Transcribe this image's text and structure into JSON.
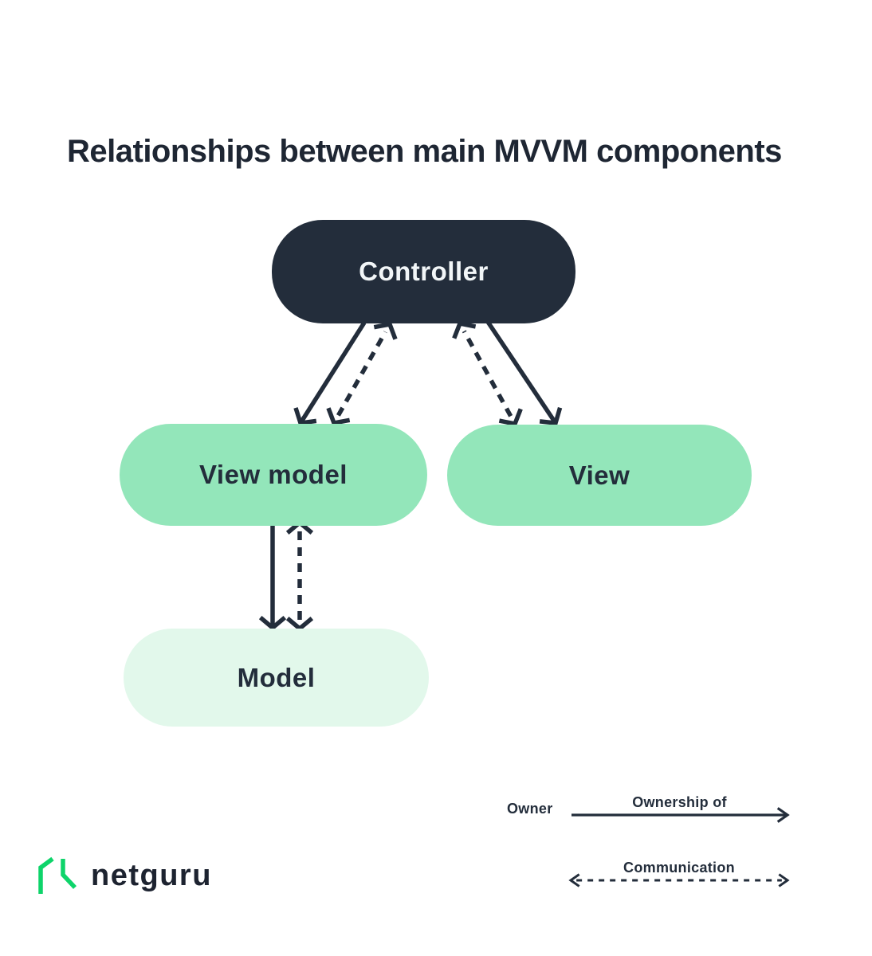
{
  "title": "Relationships between main MVVM components",
  "nodes": {
    "controller": {
      "label": "Controller"
    },
    "view_model": {
      "label": "View model"
    },
    "view": {
      "label": "View"
    },
    "model": {
      "label": "Model"
    }
  },
  "relationships": [
    {
      "from": "Controller",
      "to": "View model",
      "type": "ownership",
      "arrow": "solid-single-head"
    },
    {
      "from": "View model",
      "to": "Controller",
      "type": "communication",
      "arrow": "dashed-double-head"
    },
    {
      "from": "Controller",
      "to": "View",
      "type": "ownership",
      "arrow": "solid-single-head"
    },
    {
      "from": "View",
      "to": "Controller",
      "type": "communication",
      "arrow": "dashed-double-head"
    },
    {
      "from": "View model",
      "to": "Model",
      "type": "ownership",
      "arrow": "solid-single-head"
    },
    {
      "from": "View model",
      "to": "Model",
      "type": "communication",
      "arrow": "dashed-double-head"
    }
  ],
  "legend": {
    "owner_label": "Owner",
    "ownership_arrow_label": "Ownership of",
    "communication_arrow_label": "Communication"
  },
  "logo": {
    "wordmark": "netguru",
    "mark_icon": "netguru-n-icon"
  },
  "colors": {
    "navy": "#232d3b",
    "node_green": "#93e6ba",
    "node_mint": "#e2f8eb",
    "controller_text": "#f2f6f8",
    "brand_green": "#0ed46a",
    "background": "#ffffff"
  }
}
